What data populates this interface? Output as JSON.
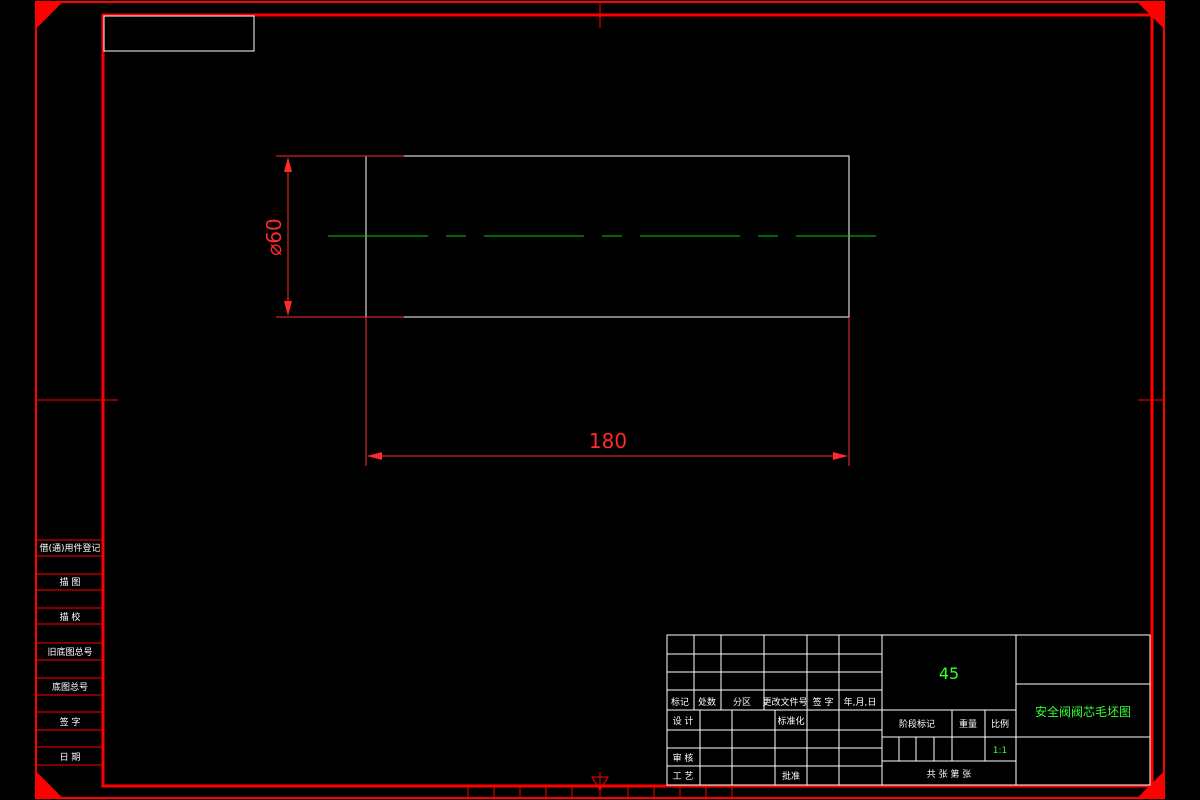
{
  "drawing": {
    "dimension_length": "180",
    "dimension_diameter": "⌀60",
    "material": "45",
    "title": "安全阀阀芯毛坯图",
    "scale_value": "1:1"
  },
  "side_table": {
    "rows": [
      "借(通)用件登记",
      "描  图",
      "描  校",
      "旧底图总号",
      "底图总号",
      "签  字",
      "日  期"
    ]
  },
  "title_block": {
    "header_labels": [
      "标记",
      "处数",
      "分区",
      "更改文件号",
      "签  字",
      "年,月,日"
    ],
    "design": "设  计",
    "standardize": "标准化",
    "review": "审  核",
    "process": "工  艺",
    "approve": "批准",
    "stage_mark": "阶段标记",
    "weight": "重量",
    "scale": "比例",
    "sheets": "共    张  第    张"
  },
  "colors": {
    "frame": "#ff0000",
    "part_outline": "#ffffff",
    "centerline": "#00cc00",
    "dimension": "#ff2a2a",
    "material_text": "#33ff33"
  }
}
